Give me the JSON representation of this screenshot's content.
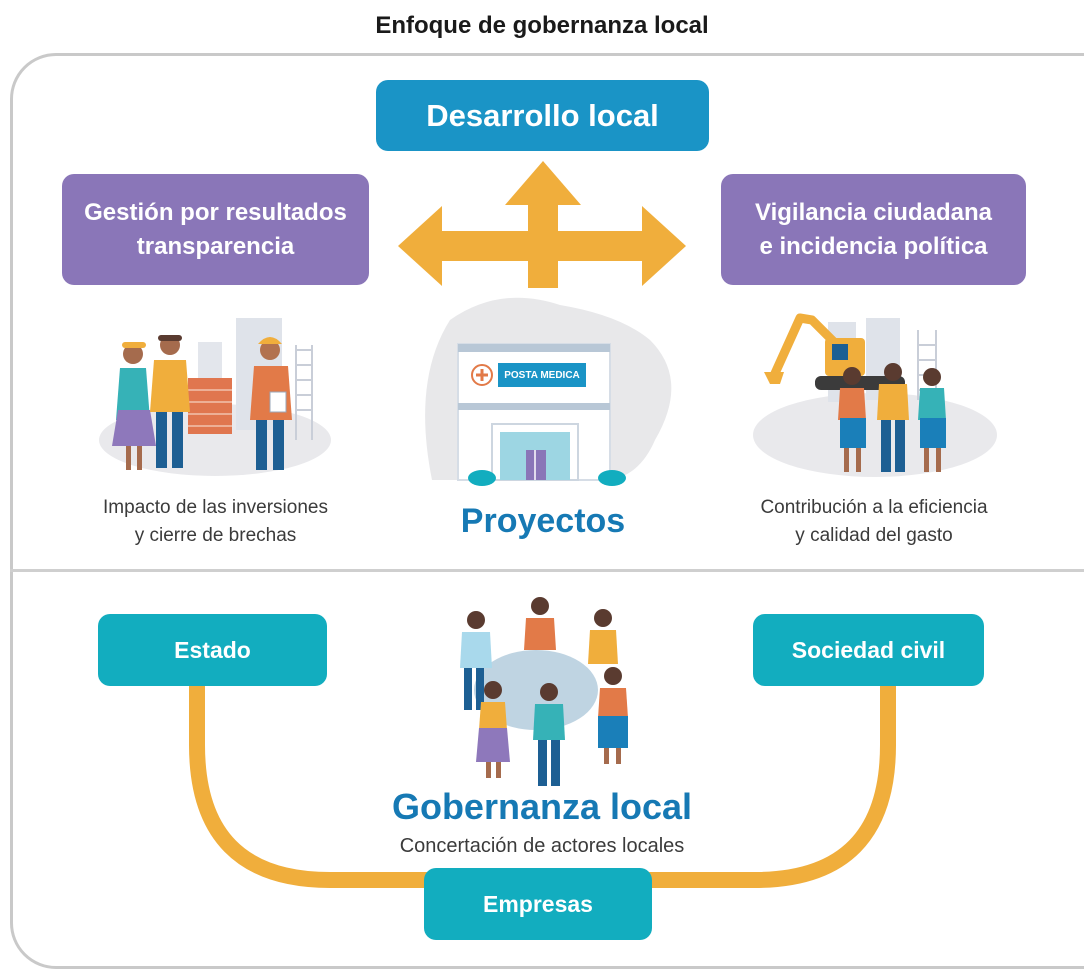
{
  "title": "Enfoque de gobernanza local",
  "top_box": "Desarrollo local",
  "left_box": {
    "line1": "Gestión por resultados",
    "line2": "transparencia"
  },
  "right_box": {
    "line1": "Vigilancia ciudadana",
    "line2": "e incidencia política"
  },
  "left_caption": {
    "line1": "Impacto de las inversiones",
    "line2": "y cierre de brechas"
  },
  "center_label": "Proyectos",
  "right_caption": {
    "line1": "Contribución a la eficiencia",
    "line2": "y calidad del gasto"
  },
  "sign_text": "POSTA MEDICA",
  "state_box": "Estado",
  "civil_box": "Sociedad civil",
  "companies_box": "Empresas",
  "governance_title": "Gobernanza local",
  "governance_subtitle": "Concertación de actores locales",
  "colors": {
    "blue": "#1a94c6",
    "purple": "#8a76b8",
    "teal": "#12adbf",
    "orange": "#f0ae3c",
    "title_blue": "#1679b4"
  }
}
